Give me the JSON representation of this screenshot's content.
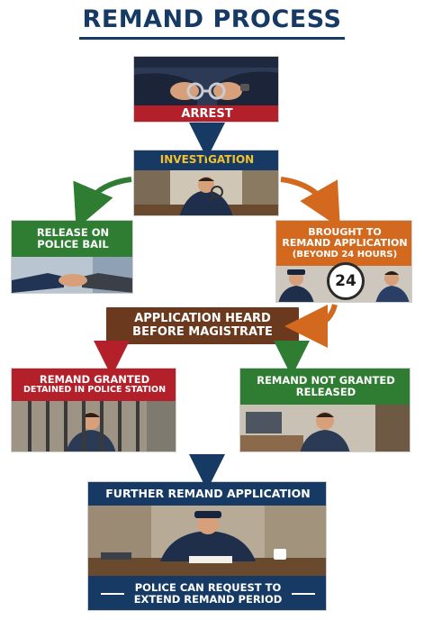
{
  "title": "REMAND PROCESS",
  "steps": {
    "arrest": {
      "label": "ARREST"
    },
    "investigation": {
      "label": "INVESTIGATION"
    },
    "release_bail": {
      "line1": "RELEASE ON",
      "line2": "POLICE BAIL"
    },
    "brought_remand": {
      "line1": "BROUGHT TO",
      "line2": "REMAND APPLICATION",
      "line3": "(BEYOND 24 HOURS)",
      "clock_number": "24"
    },
    "application_heard": {
      "line1": "APPLICATION HEARD",
      "line2": "BEFORE MAGISTRATE"
    },
    "remand_granted": {
      "line1": "REMAND GRANTED",
      "line2": "DETAINED IN POLICE STATION"
    },
    "remand_not_granted": {
      "line1": "REMAND NOT GRANTED",
      "line2": "RELEASED"
    },
    "further_remand": {
      "label": "FURTHER REMAND APPLICATION",
      "footer1": "POLICE CAN REQUEST TO",
      "footer2": "EXTEND REMAND PERIOD"
    }
  },
  "colors": {
    "navy": "#163a63",
    "red": "#b3202a",
    "green": "#2e7d32",
    "orange": "#d2691e",
    "brown": "#6b3a1e",
    "gold": "#f2c230"
  },
  "icons": [
    "handcuffs-icon",
    "magnifier-icon",
    "handshake-icon",
    "clock-icon",
    "jail-bars-icon",
    "officer-writing-icon"
  ]
}
